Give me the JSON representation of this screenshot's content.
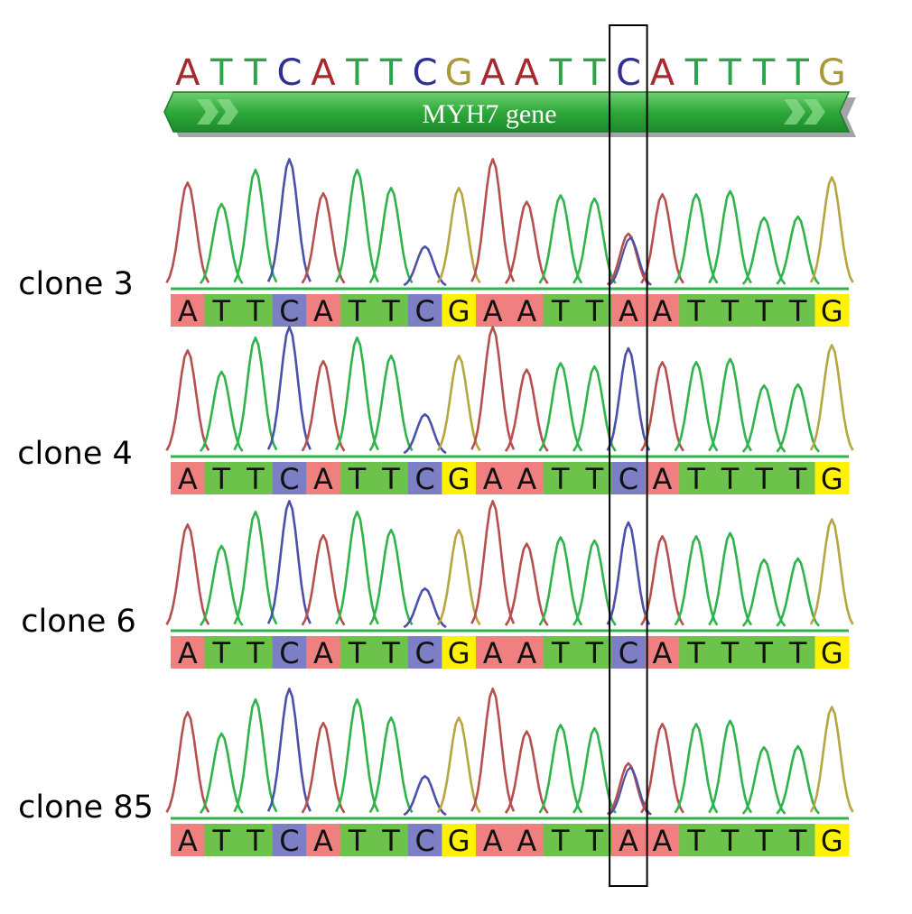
{
  "reference": {
    "sequence": "ATTCATTCGAATTCATTTTG",
    "gene_label": "MYH7 gene"
  },
  "highlight_index": 13,
  "base_colors": {
    "A": {
      "trace": "#b5504f",
      "box": "#f08080",
      "text": "#a7282e"
    },
    "T": {
      "trace": "#2fb34a",
      "box": "#6cc24a",
      "text": "#2aa548"
    },
    "C": {
      "trace": "#4b50a8",
      "box": "#7c7fc4",
      "text": "#2e3092"
    },
    "G": {
      "trace": "#b5a640",
      "box": "#fff200",
      "text": "#a89a34"
    }
  },
  "clones": [
    {
      "label": "clone 3",
      "calls": "ATTCATTCGAATTAATTTTG",
      "peaks": [
        0.98,
        0.78,
        1.1,
        1.2,
        0.88,
        1.1,
        0.93,
        0.38,
        0.93,
        1.2,
        0.8,
        0.86,
        0.83,
        0.5,
        0.87,
        0.87,
        0.9,
        0.65,
        0.66,
        1.03
      ]
    },
    {
      "label": "clone 4",
      "calls": "ATTCATTCGAATTCATTTTG",
      "peaks": [
        0.98,
        0.78,
        1.1,
        1.2,
        0.88,
        1.1,
        0.93,
        0.38,
        0.93,
        1.2,
        0.8,
        0.86,
        0.83,
        1.0,
        0.87,
        0.87,
        0.9,
        0.65,
        0.66,
        1.03
      ]
    },
    {
      "label": "clone 6",
      "calls": "ATTCATTCGAATTCATTTTG",
      "peaks": [
        0.98,
        0.78,
        1.1,
        1.2,
        0.88,
        1.1,
        0.93,
        0.38,
        0.93,
        1.2,
        0.8,
        0.86,
        0.83,
        1.0,
        0.87,
        0.87,
        0.9,
        0.65,
        0.66,
        1.03
      ]
    },
    {
      "label": "clone 85",
      "calls": "ATTCATTCGAATTAATTTTG",
      "peaks": [
        0.98,
        0.78,
        1.1,
        1.2,
        0.88,
        1.1,
        0.93,
        0.38,
        0.93,
        1.2,
        0.8,
        0.86,
        0.83,
        0.5,
        0.87,
        0.87,
        0.9,
        0.65,
        0.66,
        1.03
      ]
    }
  ]
}
